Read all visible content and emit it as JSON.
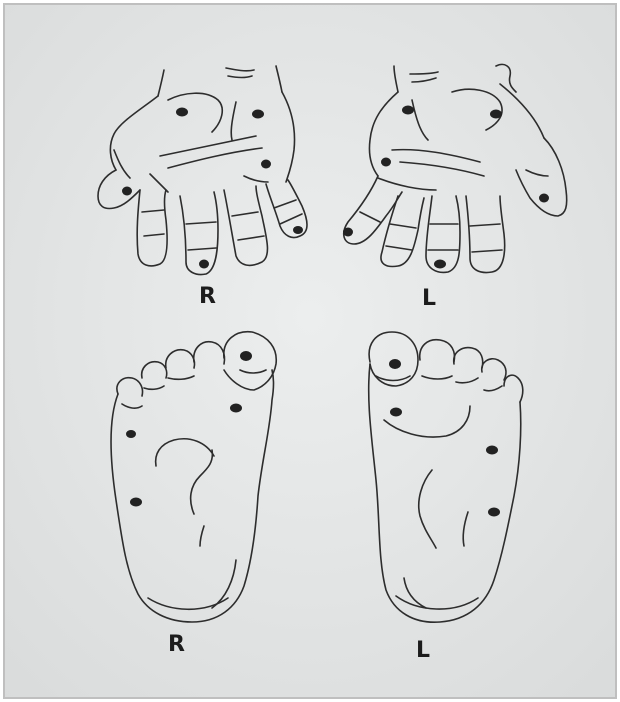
{
  "labels": {
    "hand_right": "R",
    "hand_left": "L",
    "foot_right": "R",
    "foot_left": "L"
  },
  "colors": {
    "paper": "#e4e6e6",
    "ink": "#2a2a2a",
    "dot": "#222222"
  }
}
